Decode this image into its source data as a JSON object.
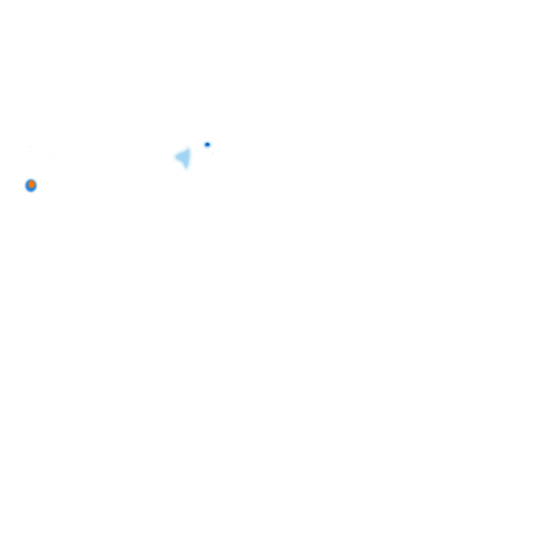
{
  "map": {
    "background_color": "#ffffff",
    "layer": "precipitation-radar",
    "echoes": [
      {
        "name": "cell-west-intense",
        "intensity": "heavy",
        "fill": "#f2780c",
        "halo": "#1f7fd8"
      },
      {
        "name": "cell-central-light",
        "intensity": "light",
        "fill": "#9fd4f3",
        "halo": "#c7e7f8"
      },
      {
        "name": "cell-central-small",
        "intensity": "moderate",
        "fill": "#1468c9",
        "halo": "#7fbce9"
      }
    ],
    "scale_colors": {
      "light": "#9fd4f3",
      "moderate": "#1f7fd8",
      "heavy": "#f2780c"
    }
  }
}
